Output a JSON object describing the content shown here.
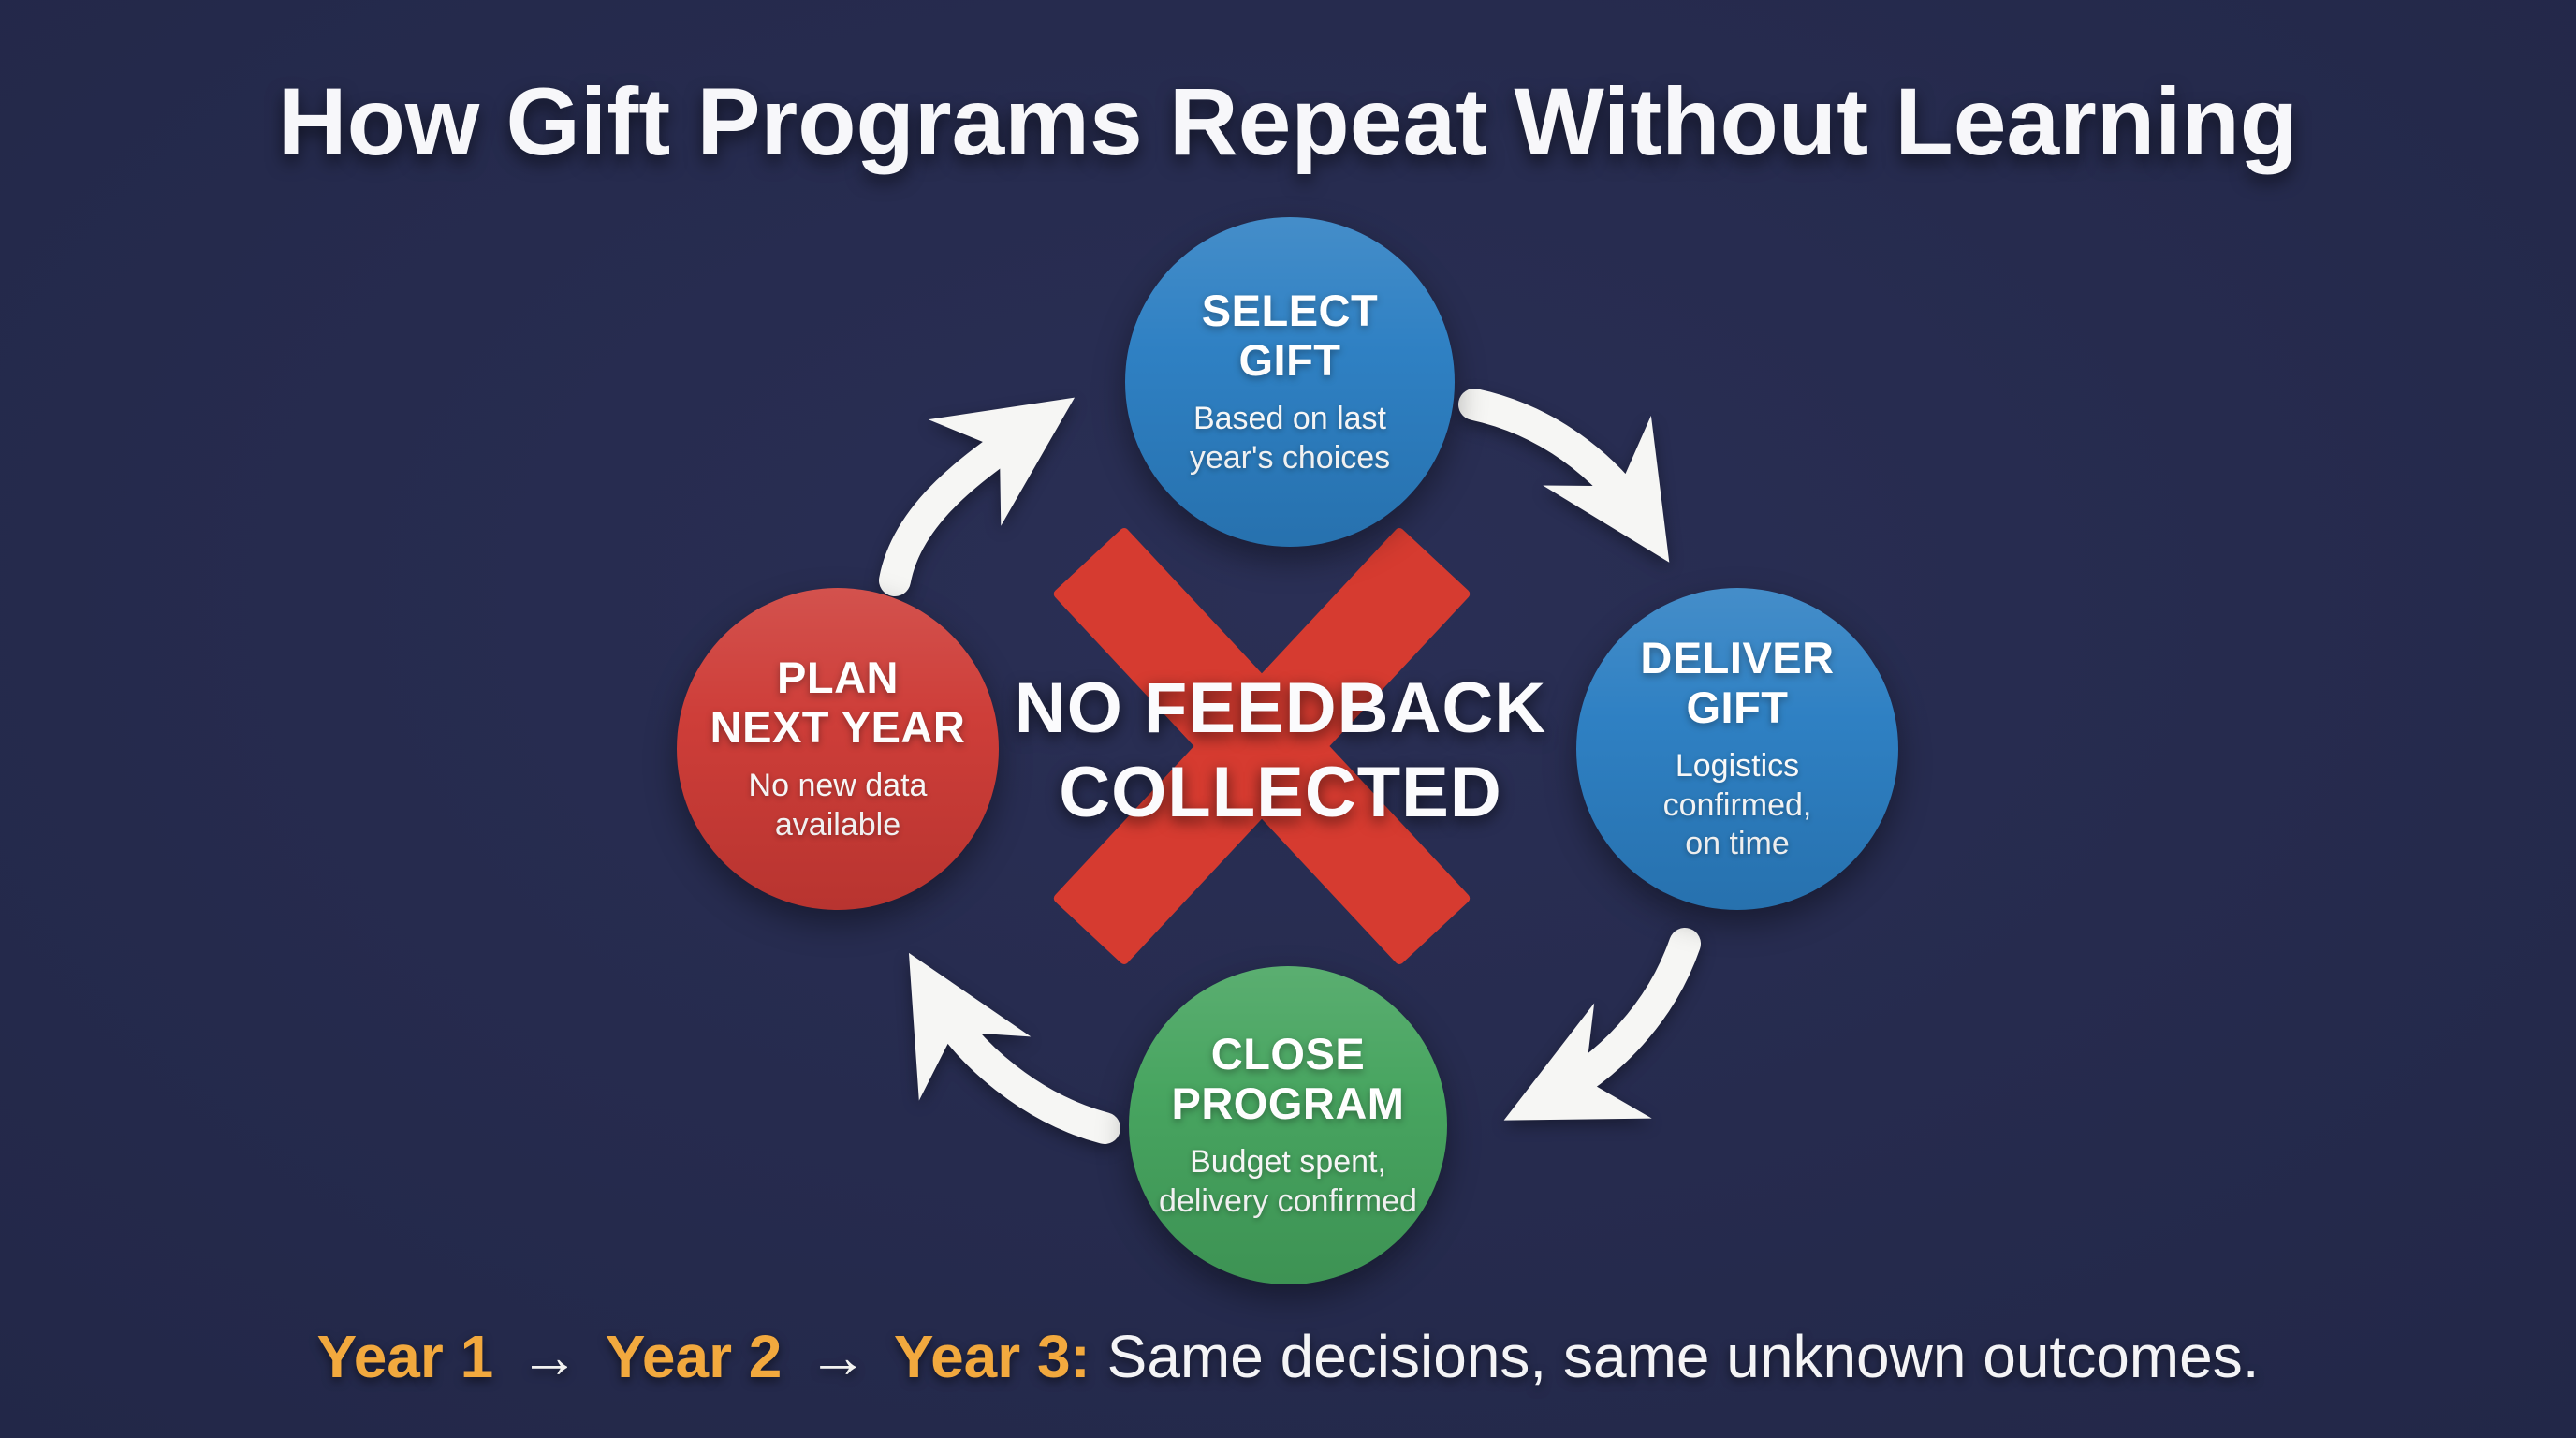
{
  "title": {
    "text": "How Gift Programs Repeat Without Learning"
  },
  "colors": {
    "background": "#232849",
    "blue": "#2b7ec2",
    "green": "#44a35d",
    "red": "#cd3a35",
    "x_red": "#d63b30",
    "arrow_white": "#f6f6f4",
    "highlight_orange": "#f2a93e"
  },
  "cycle": {
    "steps": [
      {
        "id": "select-gift",
        "color": "#2b7ec2",
        "title_lines": [
          "SELECT",
          "GIFT"
        ],
        "subtitle_lines": [
          "Based on last",
          "year's choices"
        ]
      },
      {
        "id": "deliver-gift",
        "color": "#2b7ec2",
        "title_lines": [
          "DELIVER",
          "GIFT"
        ],
        "subtitle_lines": [
          "Logistics",
          "confirmed,",
          "on time"
        ]
      },
      {
        "id": "close-program",
        "color": "#44a35d",
        "title_lines": [
          "CLOSE",
          "PROGRAM"
        ],
        "subtitle_lines": [
          "Budget spent,",
          "delivery confirmed"
        ]
      },
      {
        "id": "plan-next-year",
        "color": "#cd3a35",
        "title_lines": [
          "PLAN",
          "NEXT YEAR"
        ],
        "subtitle_lines": [
          "No new data",
          "available"
        ]
      }
    ],
    "center": {
      "label_lines": [
        "NO FEEDBACK",
        "COLLECTED"
      ]
    }
  },
  "footer": {
    "year1": "Year 1",
    "arrow1": "→",
    "year2": "Year 2",
    "arrow2": "→",
    "year3": "Year 3:",
    "message": " Same decisions, same unknown outcomes."
  }
}
